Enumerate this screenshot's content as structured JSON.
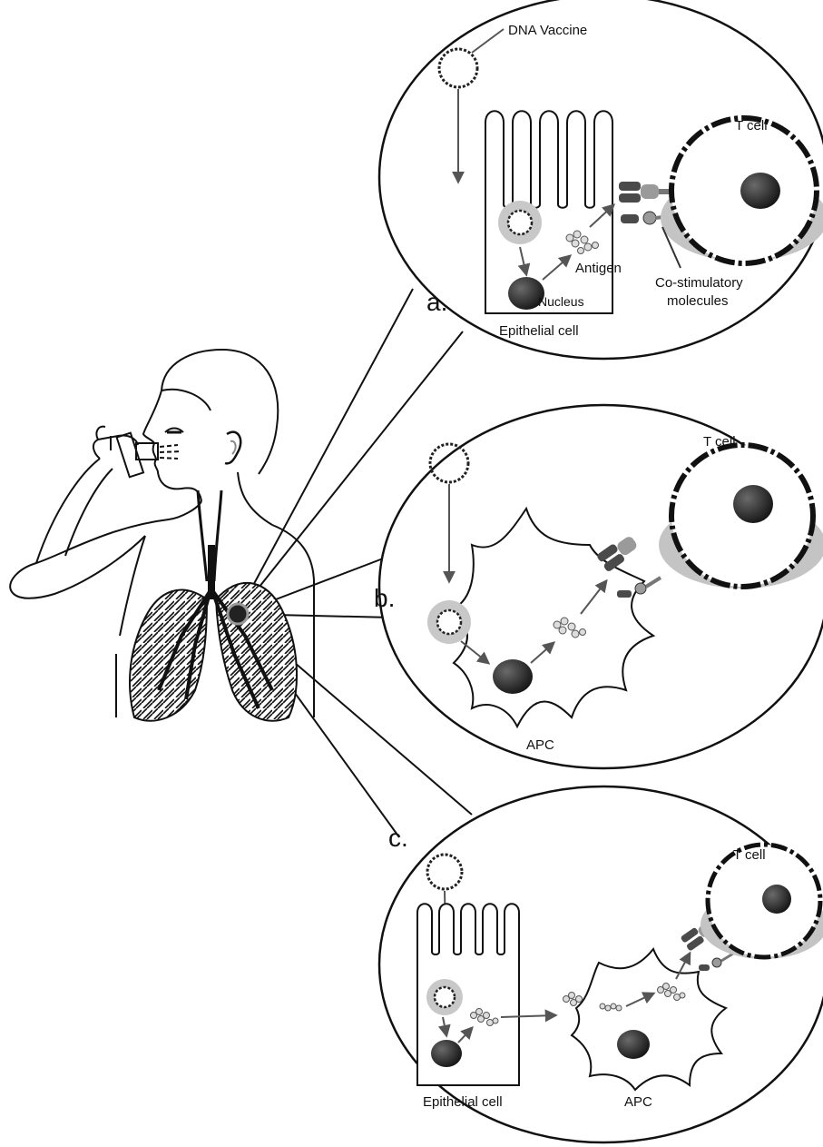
{
  "panels": {
    "a": {
      "letter": "a.",
      "dna_label": "DNA Vaccine",
      "tcell_label": "T cell",
      "antigen_label": "Antigen",
      "nucleus_label": "Nucleus",
      "costim_label_1": "Co-stimulatory",
      "costim_label_2": "molecules",
      "cell_label": "Epithelial cell"
    },
    "b": {
      "letter": "b.",
      "tcell_label": "T cell",
      "cell_label": "APC"
    },
    "c": {
      "letter": "c.",
      "tcell_label": "T cell",
      "epithelial_label": "Epithelial cell",
      "apc_label": "APC"
    }
  },
  "colors": {
    "line": "#111111",
    "cell_fill": "#ffffff",
    "nucleus": "#2a2a2a",
    "endosome_halo": "#c8c8c8",
    "receptor_dark": "#4a4a4a",
    "receptor_light": "#9a9a9a",
    "tcell_shadow": "#c4c4c4"
  }
}
